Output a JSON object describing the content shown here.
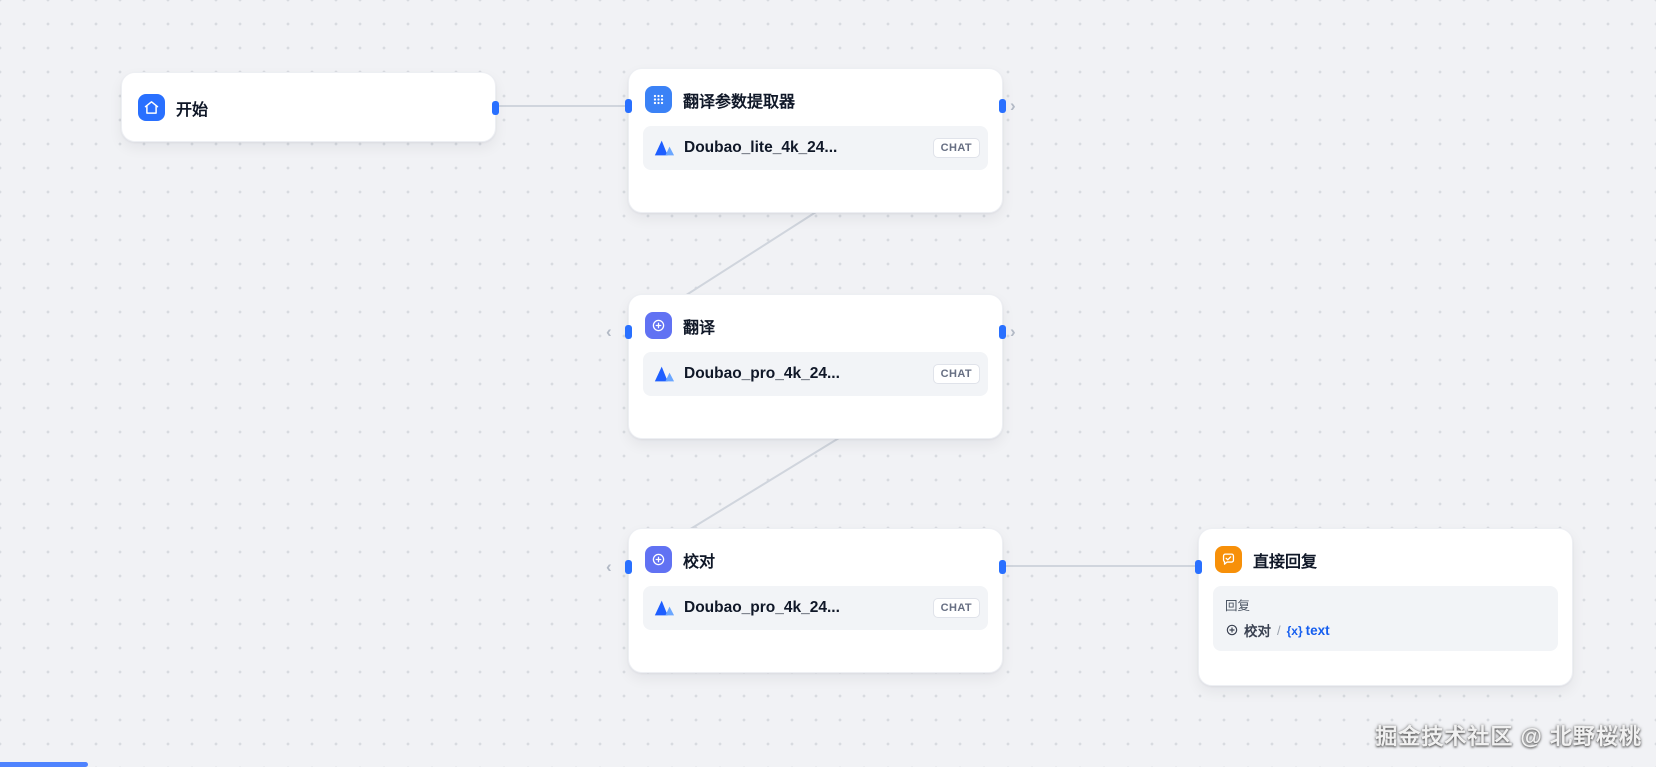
{
  "nodes": {
    "start": {
      "title": "开始"
    },
    "extractor": {
      "title": "翻译参数提取器",
      "model": {
        "name": "Doubao_lite_4k_24...",
        "badge": "CHAT"
      }
    },
    "translate": {
      "title": "翻译",
      "model": {
        "name": "Doubao_pro_4k_24...",
        "badge": "CHAT"
      }
    },
    "proofread": {
      "title": "校对",
      "model": {
        "name": "Doubao_pro_4k_24...",
        "badge": "CHAT"
      }
    },
    "answer": {
      "title": "直接回复",
      "section_label": "回复",
      "ref_node": "校对",
      "separator": "/",
      "var_glyph": "{x}",
      "var_name": "text"
    }
  },
  "watermark": "掘金技术社区 @ 北野桜桃",
  "colors": {
    "canvas_bg": "#f1f2f5",
    "start_icon": "#2970ff",
    "extractor_icon": "#3b82f6",
    "llm_icon": "#6172f3",
    "answer_icon": "#f79009",
    "edge": "#d0d5dd",
    "handle": "#2970ff",
    "variable_text": "#155eef"
  }
}
